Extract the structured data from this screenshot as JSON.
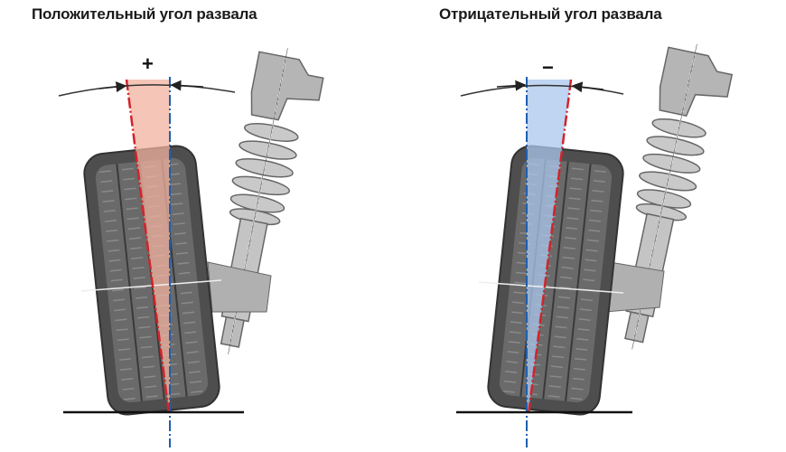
{
  "panels": [
    {
      "title": "Положительный угол развала",
      "sign": "+",
      "camber": "positive",
      "fill_color": "#f2b3a0"
    },
    {
      "title": "Отрицательный угол развала",
      "sign": "−",
      "camber": "negative",
      "fill_color": "#a9c7ec"
    }
  ],
  "colors": {
    "vertical_axis": "#1e5fb0",
    "wheel_axis": "#d2232a",
    "tire": "#5a5a5a",
    "strut": "#b8b8b8"
  }
}
